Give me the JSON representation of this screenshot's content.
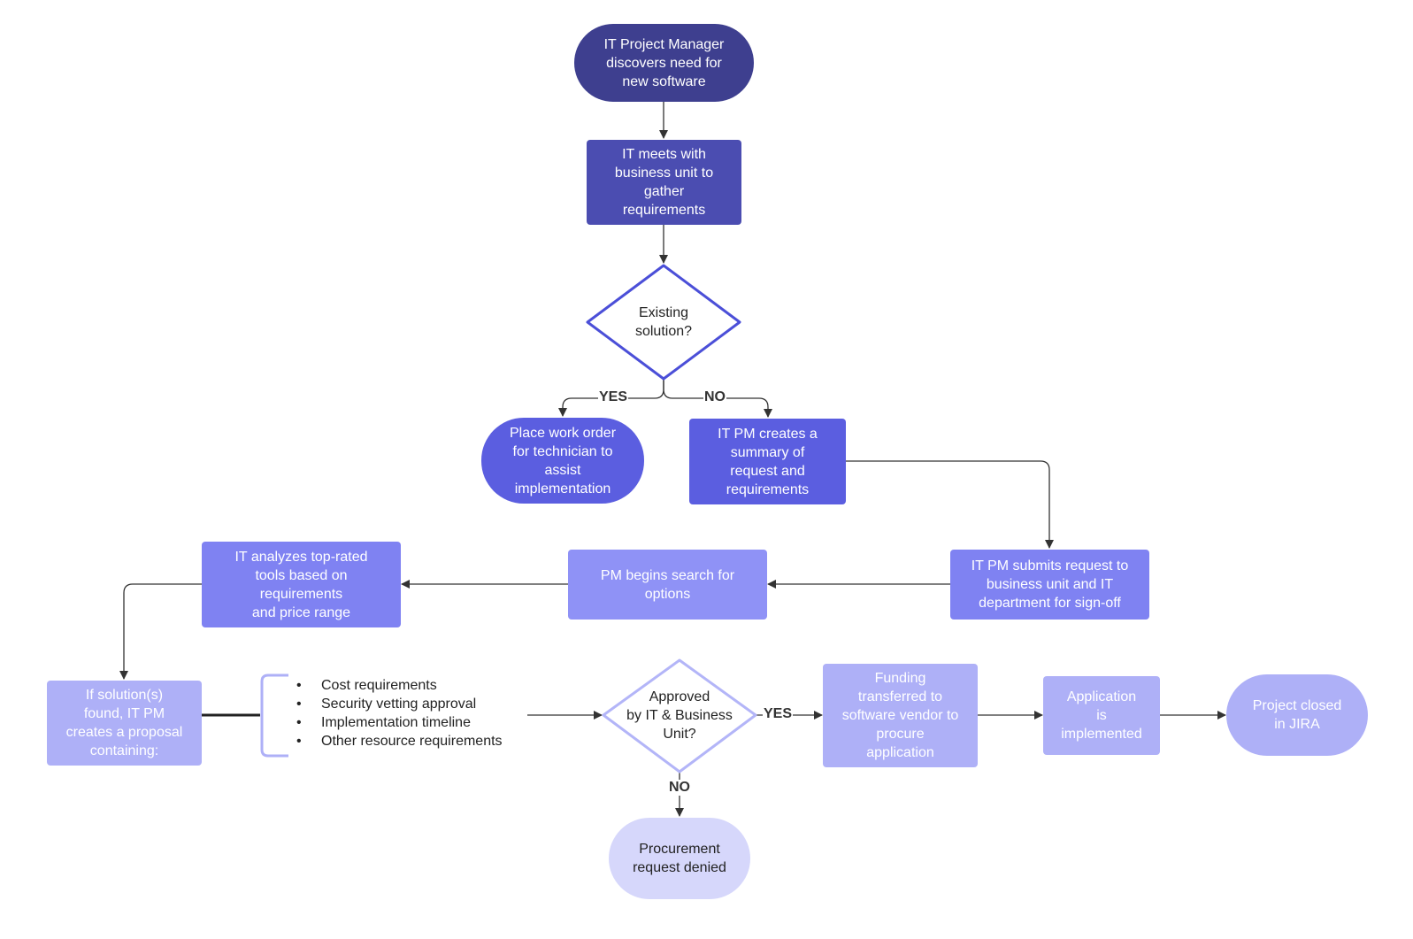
{
  "colors": {
    "navy": "#3e3f8f",
    "indigo": "#4b4db1",
    "violet": "#5b5ee0",
    "periwinkle": "#7f82f2",
    "lavender": "#9093f5",
    "light_lavender": "#aeb0f7",
    "pale_lavender": "#d6d7fb",
    "line": "#333333"
  },
  "nodes": {
    "start": "IT Project Manager\ndiscovers need for\nnew software",
    "gather": "IT meets with\nbusiness unit to\ngather\nrequirements",
    "decision1": "Existing\nsolution?",
    "work_order": "Place work order\nfor technician to\nassist\nimplementation",
    "summary": "IT PM creates a\nsummary of\nrequest and\nrequirements",
    "submit": "IT PM submits request to\nbusiness unit and IT\ndepartment for sign-off",
    "search": "PM begins search for\noptions",
    "analyze": "IT analyzes top-rated\ntools based on\nrequirements\nand price range",
    "proposal": "If solution(s)\nfound, IT PM\ncreates a proposal\ncontaining:",
    "decision2": "Approved\nby IT & Business\nUnit?",
    "funding": "Funding\ntransferred to\nsoftware vendor to\nprocure\napplication",
    "implemented": "Application\nis\nimplemented",
    "closed": "Project closed\nin JIRA",
    "denied": "Procurement\nrequest denied"
  },
  "proposal_items": [
    "Cost requirements",
    "Security vetting approval",
    "Implementation timeline",
    "Other resource requirements"
  ],
  "edge_labels": {
    "yes1": "YES",
    "no1": "NO",
    "yes2": "YES",
    "no2": "NO"
  }
}
